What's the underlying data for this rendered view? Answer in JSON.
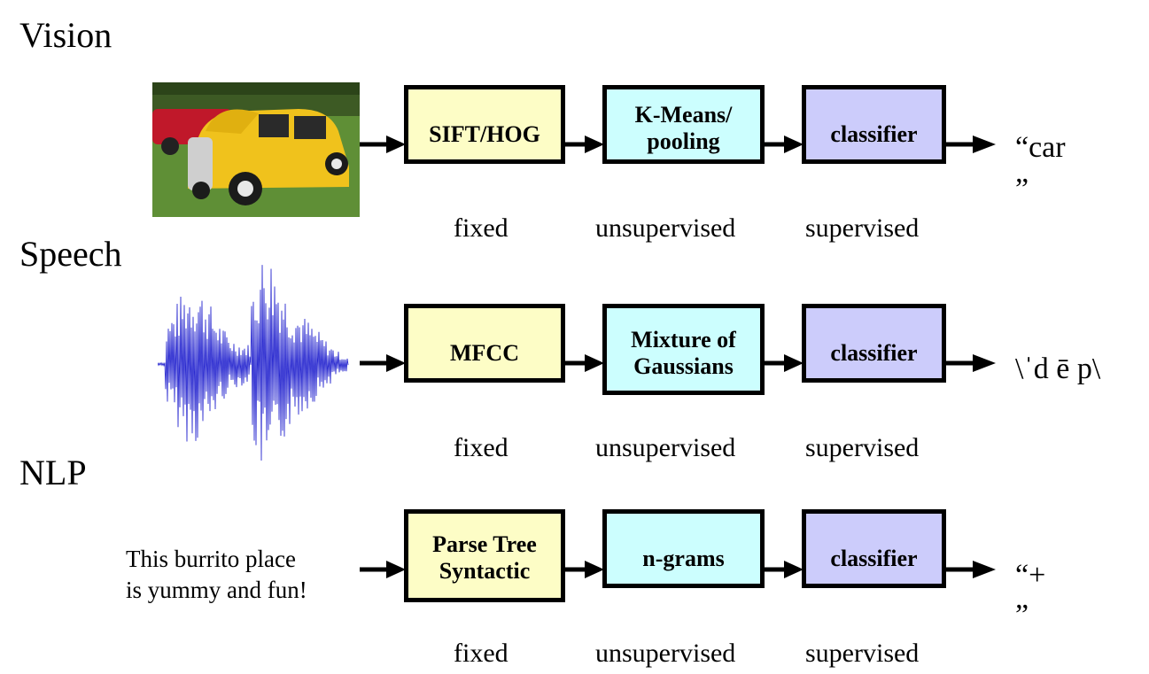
{
  "colors": {
    "feature_box": "#fdfdc6",
    "unsupervised_box": "#ccfefe",
    "supervised_box": "#ccccfb",
    "waveform": "#2b2bd0",
    "border": "#000000"
  },
  "sections": [
    {
      "title": "Vision",
      "input_icon": "car-photo-icon",
      "stages": [
        {
          "label": "SIFT/HOG",
          "lines": [
            "SIFT/HOG"
          ]
        },
        {
          "label": "K-Means/ pooling",
          "lines": [
            "K-Means/",
            "pooling"
          ]
        },
        {
          "label": "classifier",
          "lines": [
            "classifier"
          ]
        }
      ],
      "stage_types": [
        "fixed",
        "unsupervised",
        "supervised"
      ],
      "output": "“car",
      "output_close": "”"
    },
    {
      "title": "Speech",
      "input_icon": "waveform-icon",
      "stages": [
        {
          "label": "MFCC",
          "lines": [
            "MFCC"
          ]
        },
        {
          "label": "Mixture of Gaussians",
          "lines": [
            "Mixture of",
            "Gaussians"
          ]
        },
        {
          "label": "classifier",
          "lines": [
            "classifier"
          ]
        }
      ],
      "stage_types": [
        "fixed",
        "unsupervised",
        "supervised"
      ],
      "output": "\\ˈd ē p\\"
    },
    {
      "title": "NLP",
      "input_text": [
        "This burrito place",
        "is yummy and fun!"
      ],
      "stages": [
        {
          "label": "Parse Tree Syntactic",
          "lines": [
            "Parse Tree",
            "Syntactic"
          ]
        },
        {
          "label": "n-grams",
          "lines": [
            "n-grams"
          ]
        },
        {
          "label": "classifier",
          "lines": [
            "classifier"
          ]
        }
      ],
      "stage_types": [
        "fixed",
        "unsupervised",
        "supervised"
      ],
      "output": "“+",
      "output_close": "”"
    }
  ]
}
